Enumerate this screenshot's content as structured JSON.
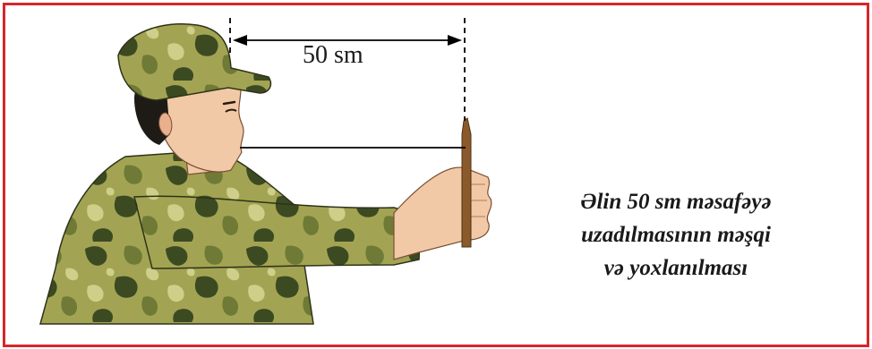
{
  "figure": {
    "distance_label": "50 sm",
    "caption_lines": [
      "Əlin 50 sm məsafəyə",
      "uzadılmasının məşqi",
      "və yoxlanılması"
    ],
    "colors": {
      "border": "#d7262b",
      "camo_base": "#a3a453",
      "camo_dark": "#3c4a22",
      "camo_mid": "#6e7a36",
      "camo_light": "#cfcf8a",
      "skin": "#f2c9a6",
      "stick": "#8a5a2b"
    },
    "icons": [
      "soldier-illustration",
      "measuring-stick",
      "dimension-arrow"
    ]
  }
}
